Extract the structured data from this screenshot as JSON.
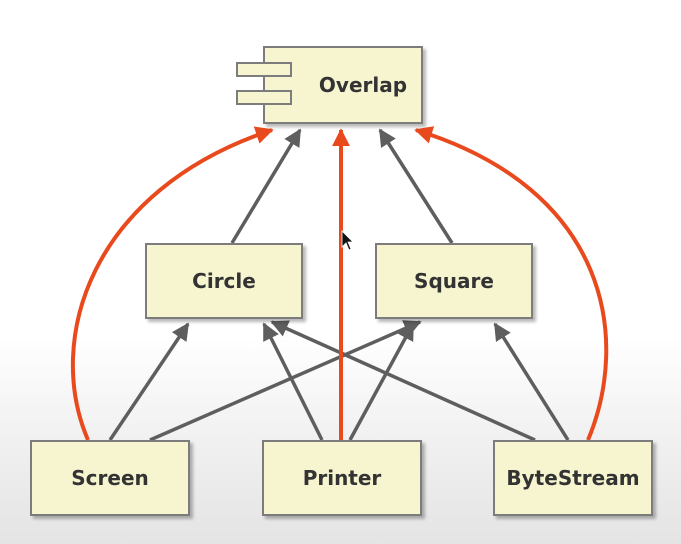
{
  "nodes": {
    "overlap": "Overlap",
    "circle": "Circle",
    "square": "Square",
    "screen": "Screen",
    "printer": "Printer",
    "bytestream": "ByteStream"
  },
  "colors": {
    "box_fill": "#f7f5cf",
    "box_border": "#7c7c7c",
    "gray_arrow": "#5e5e5e",
    "orange_arrow": "#e84a1d"
  }
}
